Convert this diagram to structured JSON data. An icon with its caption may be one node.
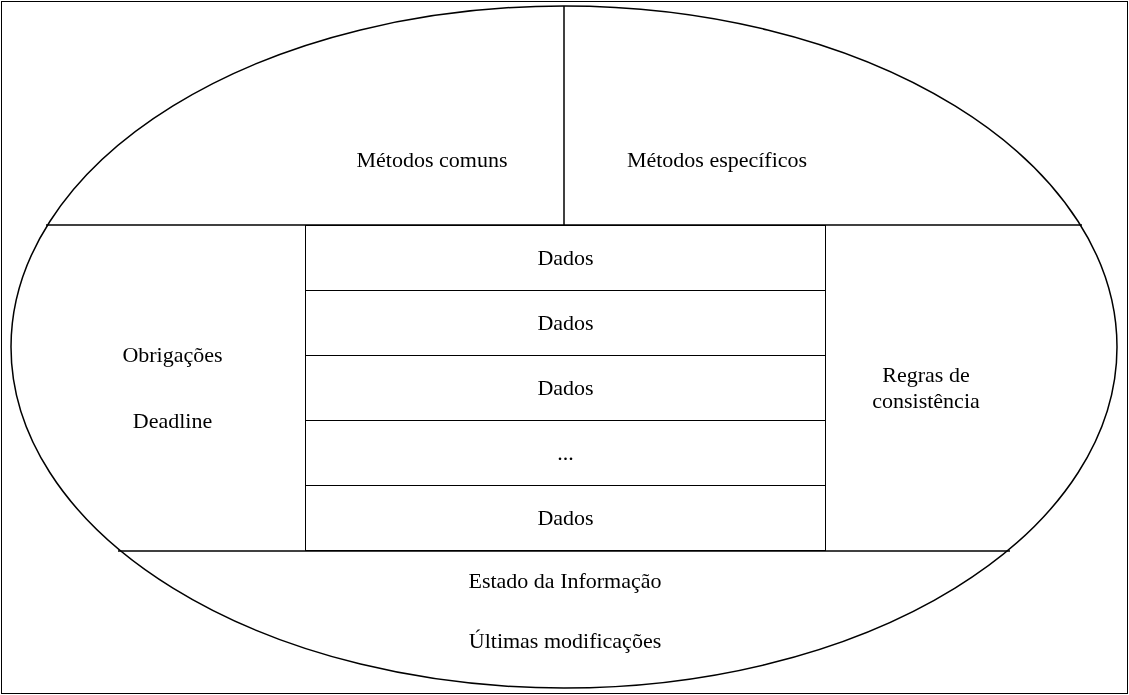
{
  "diagram": {
    "nodes": [
      {
        "text": [],
        "shape": "ellipse"
      },
      {
        "text": [
          "Métodos comuns"
        ],
        "in": 0
      },
      {
        "text": [
          "Métodos específicos"
        ],
        "in": 0
      },
      {
        "text": [
          "Obrigações",
          "Deadline"
        ],
        "in": 0
      },
      {
        "text": [
          "Dados"
        ],
        "in": 0
      },
      {
        "text": [
          "Dados"
        ],
        "in": 0
      },
      {
        "text": [
          "Dados"
        ],
        "in": 0
      },
      {
        "text": [
          "..."
        ],
        "in": 0
      },
      {
        "text": [
          "Dados"
        ],
        "in": 0
      },
      {
        "text": [
          "Regras de consistência"
        ],
        "in": 0
      },
      {
        "text": [
          "Estado da Informação",
          "Últimas modificações"
        ],
        "in": 0
      }
    ]
  }
}
